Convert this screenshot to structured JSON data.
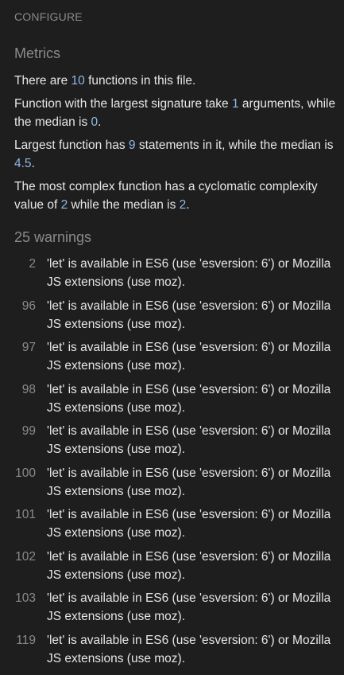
{
  "header": {
    "configure_label": "CONFIGURE"
  },
  "metrics": {
    "title": "Metrics",
    "line1": {
      "pre": "There are ",
      "num": "10",
      "post": " functions in this file."
    },
    "line2": {
      "pre": "Function with the largest signature take ",
      "num1": "1",
      "mid": " arguments, while the median is ",
      "num2": "0",
      "post": "."
    },
    "line3": {
      "pre": "Largest function has ",
      "num1": "9",
      "mid": " statements in it, while the median is ",
      "num2": "4.5",
      "post": "."
    },
    "line4": {
      "pre": "The most complex function has a cyclomatic complexity value of ",
      "num1": "2",
      "mid": " while the median is ",
      "num2": "2",
      "post": "."
    }
  },
  "warnings": {
    "title": "25 warnings",
    "items": [
      {
        "line": "2",
        "message": "'let' is available in ES6 (use 'esversion: 6') or Mozilla JS extensions (use moz)."
      },
      {
        "line": "96",
        "message": "'let' is available in ES6 (use 'esversion: 6') or Mozilla JS extensions (use moz)."
      },
      {
        "line": "97",
        "message": "'let' is available in ES6 (use 'esversion: 6') or Mozilla JS extensions (use moz)."
      },
      {
        "line": "98",
        "message": "'let' is available in ES6 (use 'esversion: 6') or Mozilla JS extensions (use moz)."
      },
      {
        "line": "99",
        "message": "'let' is available in ES6 (use 'esversion: 6') or Mozilla JS extensions (use moz)."
      },
      {
        "line": "100",
        "message": "'let' is available in ES6 (use 'esversion: 6') or Mozilla JS extensions (use moz)."
      },
      {
        "line": "101",
        "message": "'let' is available in ES6 (use 'esversion: 6') or Mozilla JS extensions (use moz)."
      },
      {
        "line": "102",
        "message": "'let' is available in ES6 (use 'esversion: 6') or Mozilla JS extensions (use moz)."
      },
      {
        "line": "103",
        "message": "'let' is available in ES6 (use 'esversion: 6') or Mozilla JS extensions (use moz)."
      },
      {
        "line": "119",
        "message": "'let' is available in ES6 (use 'esversion: 6') or Mozilla JS extensions (use moz)."
      }
    ]
  },
  "colors": {
    "background": "#1e1e1e",
    "number_accent": "#8fb8e8",
    "muted": "#8a8a8a"
  }
}
